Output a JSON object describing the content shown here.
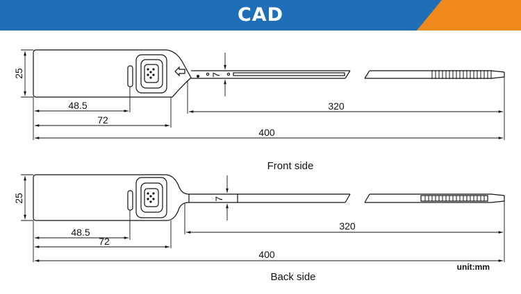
{
  "header": {
    "title": "CAD",
    "colors": {
      "banner": "#1e6fb8",
      "accent": "#f08a1c"
    }
  },
  "front": {
    "caption": "Front side",
    "dims": {
      "height": "25",
      "hole": "48.5",
      "head": "72",
      "strap": "320",
      "total": "400",
      "width": "7"
    }
  },
  "back": {
    "caption": "Back side",
    "dims": {
      "height": "25",
      "hole": "48.5",
      "head": "72",
      "strap": "320",
      "total": "400",
      "width": "7"
    }
  },
  "footer": {
    "unit": "unit:mm"
  }
}
